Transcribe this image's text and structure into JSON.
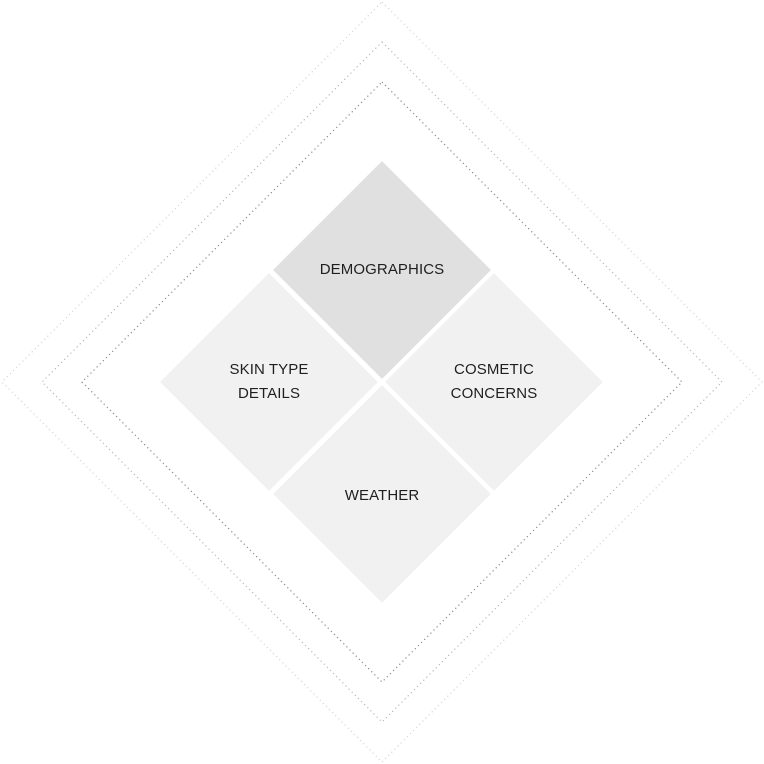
{
  "diagram": {
    "segments": [
      {
        "id": "top",
        "label": "DEMOGRAPHICS",
        "fill": "#e0e0e0"
      },
      {
        "id": "left",
        "label": "SKIN TYPE\nDETAILS",
        "fill": "#f1f1f1"
      },
      {
        "id": "right",
        "label": "COSMETIC\nCONCERNS",
        "fill": "#f1f1f1"
      },
      {
        "id": "bottom",
        "label": "WEATHER",
        "fill": "#f1f1f1"
      }
    ],
    "colors": {
      "highlight": "#e0e0e0",
      "segment": "#f1f1f1",
      "text": "#1f1f1f",
      "ring_inner": "#8a8a8a",
      "ring_middle": "#b8b8b8",
      "ring_outer": "#d6d6d6"
    }
  }
}
